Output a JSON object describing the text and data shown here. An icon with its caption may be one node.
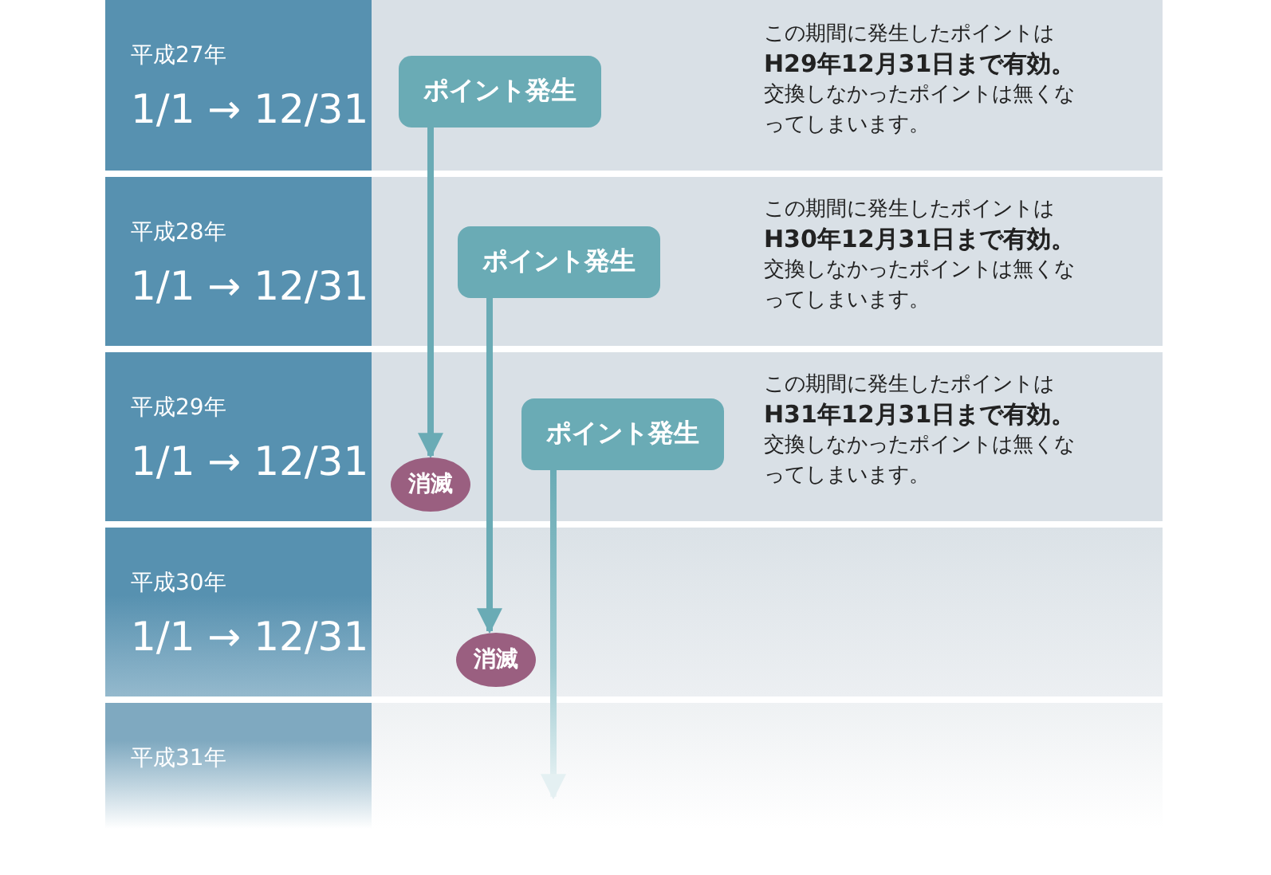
{
  "diagram": {
    "nodes": [
      {
        "text": [
          "平成27年",
          "1/1 → 12/31"
        ]
      },
      {
        "text": [
          "ポイント発生"
        ]
      },
      {
        "text": [
          "平成28年",
          "1/1 → 12/31"
        ]
      },
      {
        "text": [
          "ポイント発生"
        ]
      },
      {
        "text": [
          "平成29年",
          "1/1 → 12/31"
        ]
      },
      {
        "text": [
          "ポイント発生"
        ]
      },
      {
        "text": [
          "消滅"
        ]
      },
      {
        "text": [
          "平成30年",
          "1/1 → 12/31"
        ]
      },
      {
        "text": [
          "消滅"
        ]
      },
      {
        "text": [
          "平成31年"
        ]
      }
    ],
    "edges": [
      {
        "from": 1,
        "to": 6,
        "arrow": "to"
      },
      {
        "from": 3,
        "to": 8,
        "arrow": "to"
      },
      {
        "from": 5,
        "to": null,
        "arrow": "to"
      }
    ],
    "labels": [
      "この期間に発生したポイントは**H29年12月31日まで有効。**交換しなかったポイントは無くなってしまいます。",
      "この期間に発生したポイントは**H30年12月31日まで有効。**交換しなかったポイントは無くなってしまいます。",
      "この期間に発生したポイントは**H31年12月31日まで有効。**交換しなかったポイントは無くなってしまいます。"
    ]
  }
}
